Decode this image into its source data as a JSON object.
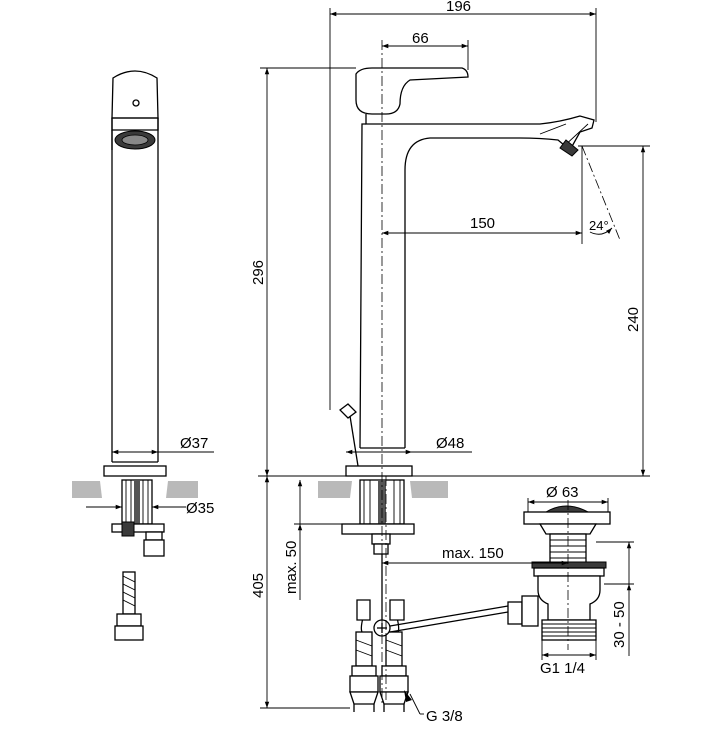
{
  "dimensions": {
    "total_width": "196",
    "lever_width": "66",
    "spout_reach": "150",
    "spout_angle": "24°",
    "total_height": "296",
    "spout_height": "240",
    "side_base_diameter": "Ø37",
    "front_base_diameter": "Ø48",
    "hole_diameter": "Ø35",
    "max_thickness": "max. 50",
    "max_hose_offset": "max. 150",
    "below_height": "405",
    "waste_diameter": "Ø 63",
    "waste_range": "30 - 50",
    "waste_thread": "G1 1/4",
    "hose_thread": "G 3/8"
  }
}
